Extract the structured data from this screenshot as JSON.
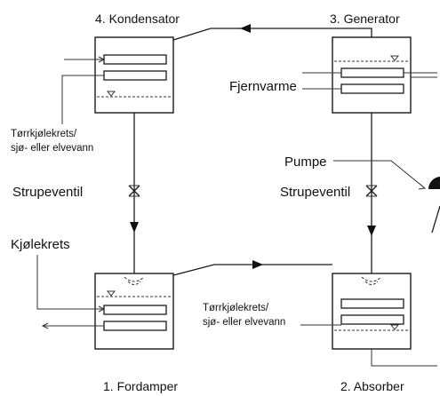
{
  "components": {
    "kondensator": "4. Kondensator",
    "generator": "3. Generator",
    "fordamper": "1. Fordamper",
    "absorber": "2. Absorber"
  },
  "labels": {
    "fjernvarme": "Fjernvarme",
    "torrkjolekrets_top_line1": "Tørrkjølekrets/",
    "torrkjolekrets_top_line2": "sjø- eller elvevann",
    "pumpe": "Pumpe",
    "strupeventil_left": "Strupeventil",
    "strupeventil_right": "Strupeventil",
    "kjolekrets": "Kjølekrets",
    "torrkjolekrets_bottom_line1": "Tørrkjølekrets/",
    "torrkjolekrets_bottom_line2": "sjø- eller elvevann"
  },
  "colors": {
    "line": "#1a1a1a",
    "background": "#ffffff"
  }
}
